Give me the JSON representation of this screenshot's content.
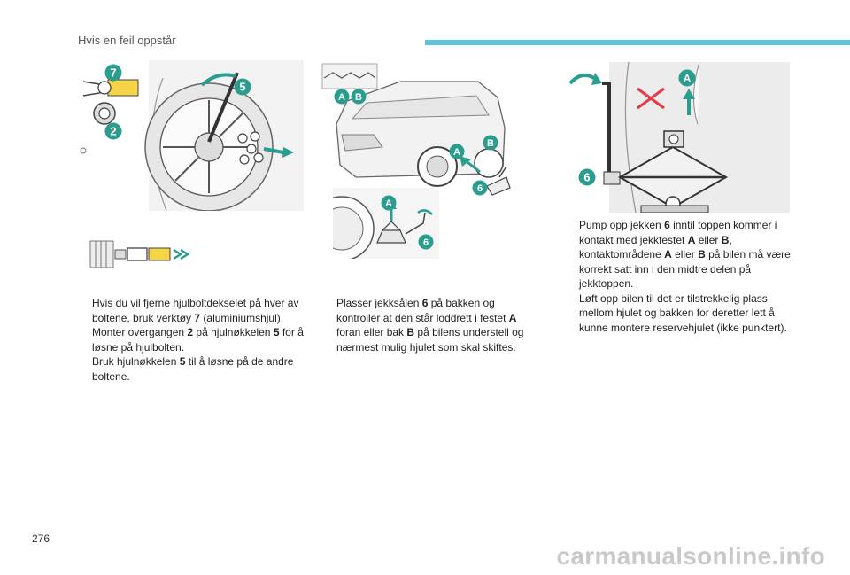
{
  "header": {
    "title": "Hvis en feil oppstår"
  },
  "page_number": "276",
  "watermark": "carmanualsonline.info",
  "accent_color": "#5cc3dc",
  "callouts": {
    "seven": "7",
    "five": "5",
    "two": "2",
    "six": "6",
    "a": "A",
    "b": "B"
  },
  "col1": {
    "items": [
      {
        "bullet": "",
        "parts": [
          "Hvis du vil fjerne hjulboltdekselet på hver av boltene, bruk verktøy ",
          "7",
          " (aluminiumshjul)."
        ]
      },
      {
        "bullet": "",
        "parts": [
          "Monter overgangen ",
          "2",
          " på hjulnøkkelen ",
          "5",
          " for å løsne på hjulbolten."
        ]
      },
      {
        "bullet": "",
        "parts": [
          "Bruk hjulnøkkelen ",
          "5",
          " til å løsne på de andre boltene."
        ]
      }
    ]
  },
  "col2": {
    "items": [
      {
        "bullet": "",
        "parts": [
          "Plasser jekksålen ",
          "6",
          " på bakken og kontroller at den står loddrett i festet ",
          "A",
          " foran eller bak ",
          "B",
          " på bilens understell og nærmest mulig hjulet som skal skiftes."
        ]
      }
    ]
  },
  "col3": {
    "items": [
      {
        "bullet": "",
        "parts": [
          "Pump opp jekken ",
          "6",
          " inntil toppen kommer i kontakt med jekkfestet ",
          "A",
          " eller ",
          "B",
          ", kontaktområdene ",
          "A",
          " eller ",
          "B",
          " på bilen må være korrekt satt inn i den midtre delen på jekktoppen."
        ]
      },
      {
        "bullet": "",
        "parts": [
          "Løft opp bilen til det er tilstrekkelig plass mellom hjulet og bakken for deretter lett å kunne montere reservehjulet (ikke punktert)."
        ]
      }
    ]
  }
}
